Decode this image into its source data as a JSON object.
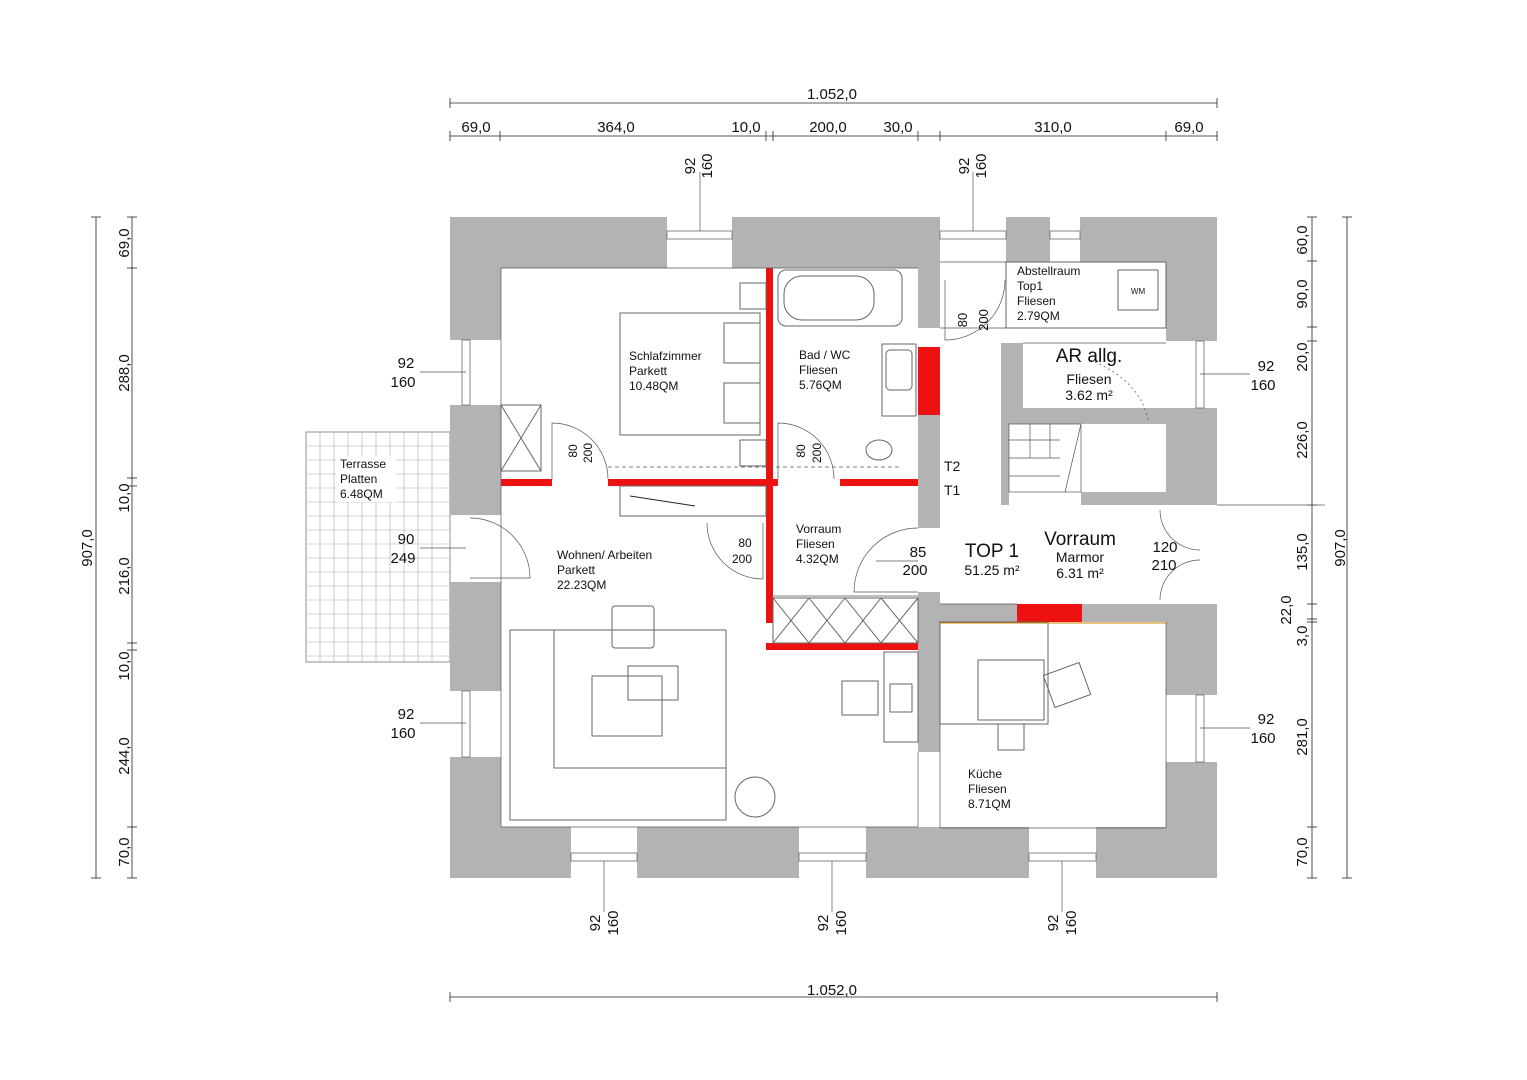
{
  "dimensions": {
    "top_total": "1.052,0",
    "bottom_total": "1.052,0",
    "top_segments": [
      "69,0",
      "364,0",
      "10,0",
      "200,0",
      "30,0",
      "310,0",
      "69,0"
    ],
    "left_total": "907,0",
    "left_segments": [
      "69,0",
      "288,0",
      "10,0",
      "216,0",
      "10,0",
      "244,0",
      "70,0"
    ],
    "right_total": "907,0",
    "right_segments": [
      "60,0",
      "90,0",
      "20,0",
      "226,0",
      "135,0",
      "22,0",
      "3,0",
      "281,0",
      "70,0"
    ]
  },
  "openings": {
    "top_left": {
      "w": "92",
      "h": "160"
    },
    "top_right": {
      "w": "92",
      "h": "160"
    },
    "left_upper": {
      "w": "92",
      "h": "160"
    },
    "left_terrace_door": {
      "w": "90",
      "h": "249"
    },
    "left_lower": {
      "w": "92",
      "h": "160"
    },
    "right_upper": {
      "w": "92",
      "h": "160"
    },
    "right_entry_door": {
      "w": "120",
      "h": "210"
    },
    "right_lower": {
      "w": "92",
      "h": "160"
    },
    "bottom_left": {
      "w": "92",
      "h": "160"
    },
    "bottom_mid": {
      "w": "92",
      "h": "160"
    },
    "bottom_right": {
      "w": "92",
      "h": "160"
    }
  },
  "doors": {
    "abstell": {
      "w": "80",
      "h": "200"
    },
    "schlaf": {
      "w": "80",
      "h": "200"
    },
    "bad": {
      "w": "80",
      "h": "200"
    },
    "vorraum": {
      "w": "80",
      "h": "200"
    },
    "top1": {
      "w": "85",
      "h": "200"
    }
  },
  "rooms": {
    "abstellraum": {
      "name": "Abstellraum",
      "sub": "Top1",
      "floor": "Fliesen",
      "area": "2.79QM",
      "appliance": "WM"
    },
    "ar_allg": {
      "name": "AR allg.",
      "floor": "Fliesen",
      "area": "3.62 m²"
    },
    "schlafzimmer": {
      "name": "Schlafzimmer",
      "floor": "Parkett",
      "area": "10.48QM"
    },
    "bad": {
      "name": "Bad / WC",
      "floor": "Fliesen",
      "area": "5.76QM"
    },
    "terrasse": {
      "name": "Terrasse",
      "floor": "Platten",
      "area": "6.48QM"
    },
    "vorraum_small": {
      "name": "Vorraum",
      "floor": "Fliesen",
      "area": "4.32QM"
    },
    "wohnen": {
      "name": "Wohnen/ Arbeiten",
      "floor": "Parkett",
      "area": "22.23QM"
    },
    "top1": {
      "name": "TOP 1",
      "area": "51.25 m²"
    },
    "vorraum_main": {
      "name": "Vorraum",
      "floor": "Marmor",
      "area": "6.31 m²"
    },
    "kueche": {
      "name": "Küche",
      "floor": "Fliesen",
      "area": "8.71QM"
    }
  },
  "shafts": {
    "t2": "T2",
    "t1": "T1"
  }
}
